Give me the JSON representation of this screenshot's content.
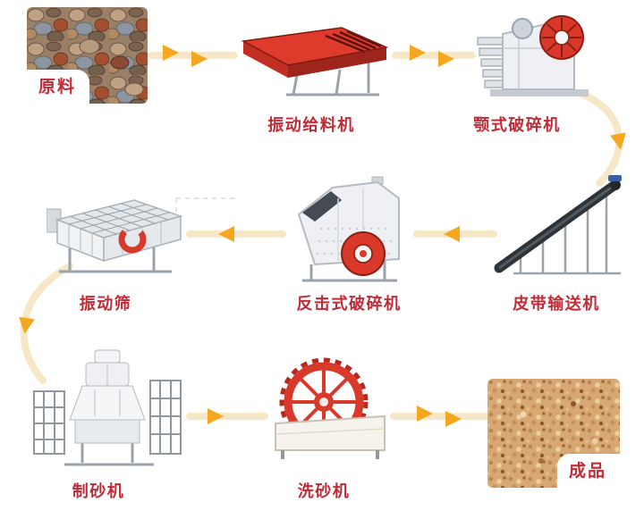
{
  "theme": {
    "label_color": "#bf2b36",
    "arrow_color": "#f5a81f",
    "path_color": "#f6e8c6",
    "machine_red": "#d8392b",
    "machine_gray": "#eef0f3"
  },
  "flow": {
    "nodes": [
      {
        "id": "raw-material",
        "label": "原料",
        "type": "photo"
      },
      {
        "id": "vibrating-feeder",
        "label": "振动给料机",
        "type": "machine"
      },
      {
        "id": "jaw-crusher",
        "label": "颚式破碎机",
        "type": "machine"
      },
      {
        "id": "belt-conveyor",
        "label": "皮带输送机",
        "type": "machine"
      },
      {
        "id": "impact-crusher",
        "label": "反击式破碎机",
        "type": "machine"
      },
      {
        "id": "vibrating-screen",
        "label": "振动筛",
        "type": "machine"
      },
      {
        "id": "sand-maker",
        "label": "制砂机",
        "type": "machine"
      },
      {
        "id": "sand-washer",
        "label": "洗砂机",
        "type": "machine"
      },
      {
        "id": "finished-product",
        "label": "成品",
        "type": "photo"
      }
    ],
    "sequence": [
      "原料",
      "振动给料机",
      "颚式破碎机",
      "皮带输送机",
      "反击式破碎机",
      "振动筛",
      "制砂机",
      "洗砂机",
      "成品"
    ]
  }
}
